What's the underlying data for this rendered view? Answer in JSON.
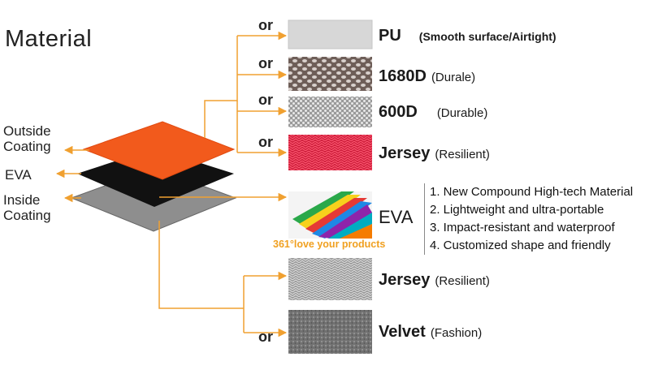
{
  "title": "Material",
  "layers": {
    "outside": "Outside Coating",
    "middle": "EVA",
    "inside": "Inside Coating"
  },
  "or_word": "or",
  "outside_options": [
    {
      "name": "PU",
      "note": "(Smooth surface/Airtight)"
    },
    {
      "name": "1680D",
      "note": "(Durale)"
    },
    {
      "name": "600D",
      "note": "(Durable)"
    },
    {
      "name": "Jersey",
      "note": "(Resilient)"
    }
  ],
  "eva": {
    "name": "EVA",
    "slogan": "361°love your products",
    "features": [
      "1. New Compound High-tech Material",
      "2. Lightweight and ultra-portable",
      "3. Impact-resistant and waterproof",
      "4. Customized shape and friendly"
    ]
  },
  "inside_options": [
    {
      "name": "Jersey",
      "note": "(Resilient)"
    },
    {
      "name": "Velvet",
      "note": "(Fashion)"
    }
  ],
  "colors": {
    "connector": "#f0a030",
    "outside_layer": "#f25a1c",
    "eva_layer": "#111111",
    "inside_layer": "#8e8e8e"
  }
}
